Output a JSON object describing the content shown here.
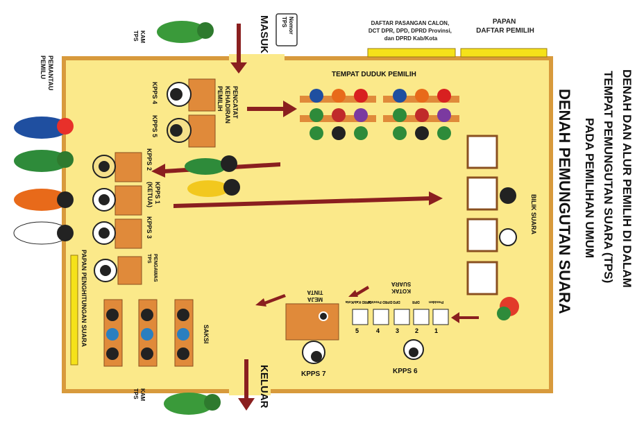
{
  "title": {
    "line1": "DENAH DAN ALUR PEMILIH DI DALAM",
    "line2": "TEMPAT PEMUNGUTAN SUARA (TPS)",
    "line3": "PADA PEMILIHAN UMUM",
    "big": "DENAH PEMUNGUTAN SUARA"
  },
  "labels": {
    "masuk": "MASUK",
    "keluar": "KELUAR",
    "nomor_tps": "Nomor TPS",
    "kam_tps": "KAM TPS",
    "pemantau": "PEMANTAU PEMILU",
    "pencatat": "PENCATAT KEHADIRAN PEMILIH",
    "kpps4": "KPPS 4",
    "kpps5": "KPPS 5",
    "kpps2": "KPPS 2",
    "kpps1": "KPPS 1 (KETUA)",
    "kpps3": "KPPS 3",
    "pengawas": "PENGAWAS TPS",
    "papan_hitung": "PAPAN PENGHITUNGAN SUARA",
    "saksi": "SAKSI",
    "tempat_duduk": "TEMPAT DUDUK PEMILIH",
    "daftar_calon": "DAFTAR PASANGAN CALON, DCT DPR, DPD, DPRD Provinsi, dan DPRD Kab/Kota",
    "papan_daftar": "PAPAN DAFTAR PEMILIH",
    "bilik": "BILIK SUARA",
    "kotak": "KOTAK SUARA",
    "meja_tinta": "MEJA TINTA",
    "kpps6": "KPPS 6",
    "kpps7": "KPPS 7"
  },
  "ballot_boxes": [
    {
      "num": "1",
      "label": "Presiden"
    },
    {
      "num": "2",
      "label": "DPR"
    },
    {
      "num": "3",
      "label": "DPD"
    },
    {
      "num": "4",
      "label": "DPRD Provinsi"
    },
    {
      "num": "5",
      "label": "DPRD Kab/Kota"
    }
  ],
  "colors": {
    "floor": "#fbe98a",
    "wall": "#d89a3c",
    "table": "#e08a3a",
    "arrow": "#8a1f1f",
    "board": "#f5e21a"
  }
}
